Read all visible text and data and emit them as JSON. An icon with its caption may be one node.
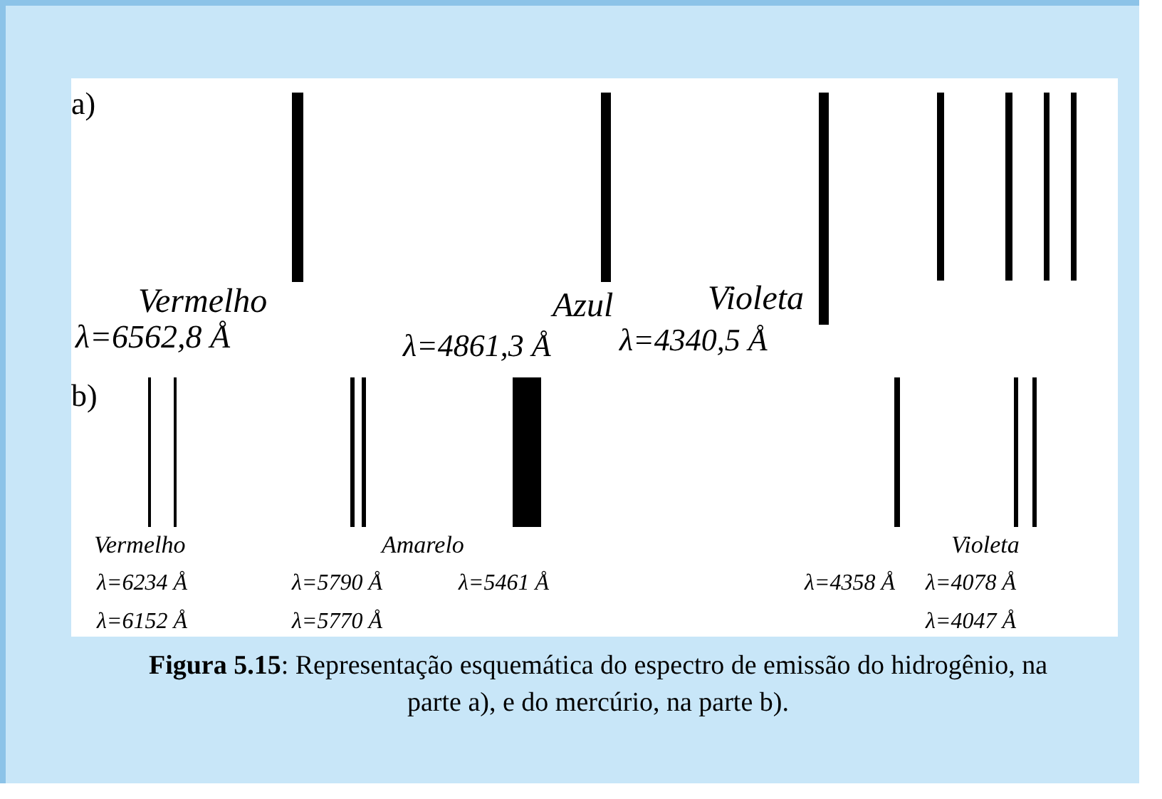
{
  "diagram": {
    "caption": "**Figura 5.15**: Representação esquemática do espectro de emissão do hidrogênio, na parte a), e do mercúrio, na parte b).",
    "labels": [
      "a)",
      "Vermelho",
      "Azul",
      "Violeta",
      "λ=6562,8 Å",
      "λ=4861,3 Å",
      "λ=4340,5 Å",
      "b)",
      "Vermelho",
      "Amarelo",
      "Violeta",
      "λ=6234 Å",
      "λ=5790 Å",
      "λ=5461 Å",
      "λ=4358 Å",
      "λ=4078 Å",
      "λ=6152 Å",
      "λ=5770 Å",
      "λ=4047 Å"
    ]
  }
}
